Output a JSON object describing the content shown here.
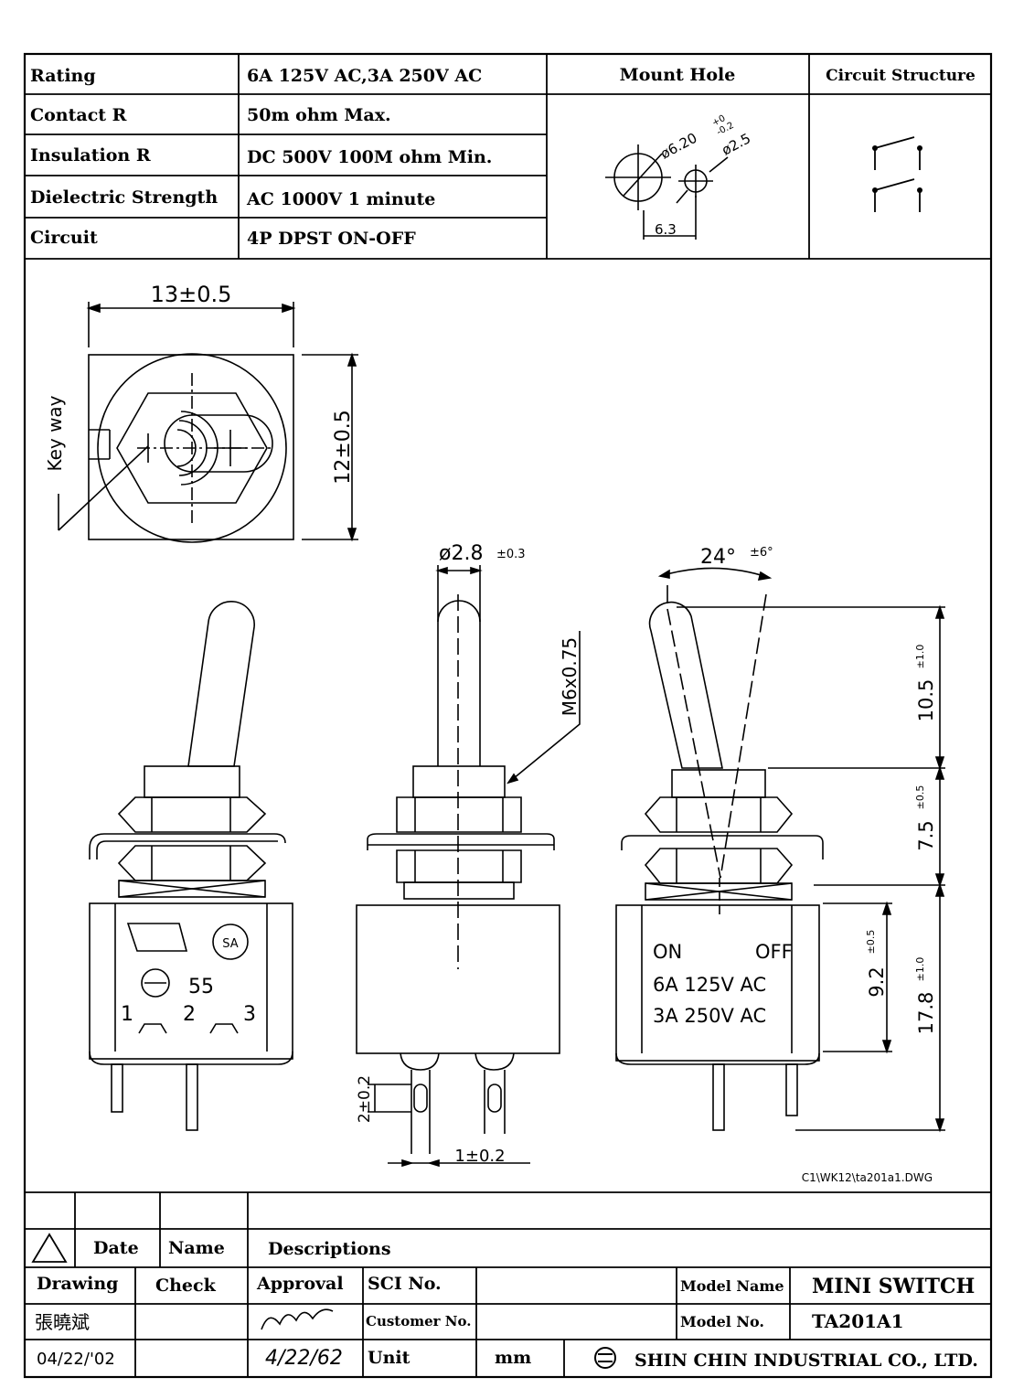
{
  "specs": [
    {
      "label": "Rating",
      "value": "6A 125V AC,3A 250V AC"
    },
    {
      "label": "Contact R",
      "value": "50m ohm Max."
    },
    {
      "label": "Insulation R",
      "value": "DC 500V 100M ohm Min."
    },
    {
      "label": "Dielectric Strength",
      "value": "AC 1000V 1 minute"
    },
    {
      "label": "Circuit",
      "value": "4P DPST ON-OFF"
    }
  ],
  "mount_hole": {
    "header": "Mount Hole",
    "dia_big": "ø6.20",
    "tol_plus": "+0",
    "tol_minus": "-0.2",
    "dia_small": "ø2.5",
    "spacing": "6.3"
  },
  "circuit_structure": {
    "header": "Circuit Structure"
  },
  "top_view": {
    "width": "13±0.5",
    "height": "12±0.5",
    "keyway": "Key way"
  },
  "front_view": {
    "shaft_dia": "ø2.8",
    "shaft_tol": "±0.3",
    "thread": "M6x0.75",
    "pin_h": "2±0.2",
    "pin_w": "1±0.2"
  },
  "left_view": {
    "mark_num": "55",
    "pin1": "1",
    "pin2": "2",
    "pin3": "3"
  },
  "side_view": {
    "angle": "24°",
    "angle_tol": "±6°",
    "d1": "10.5",
    "d1_tol": "±1.0",
    "d2": "7.5",
    "d2_tol": "±0.5",
    "d3": "9.2",
    "d3_tol": "±0.5",
    "d4": "17.8",
    "d4_tol": "±1.0",
    "on": "ON",
    "off": "OFF",
    "line1": "6A 125V AC",
    "line2": "3A 250V AC"
  },
  "file_path": "C1\\WK12\\ta201a1.DWG",
  "title_block": {
    "rev_date": "Date",
    "rev_name": "Name",
    "rev_desc": "Descriptions",
    "drawing": "Drawing",
    "check": "Check",
    "approval": "Approval",
    "sci_no": "SCI No.",
    "customer_no": "Customer No.",
    "unit": "Unit",
    "unit_value": "mm",
    "model_name_label": "Model Name",
    "model_name": "MINI SWITCH",
    "model_no_label": "Model No.",
    "model_no": "TA201A1",
    "drawer": "張曉斌",
    "date": "04/22/'02",
    "approval_date": "4/22/62",
    "company": "SHIN CHIN INDUSTRIAL CO., LTD."
  }
}
